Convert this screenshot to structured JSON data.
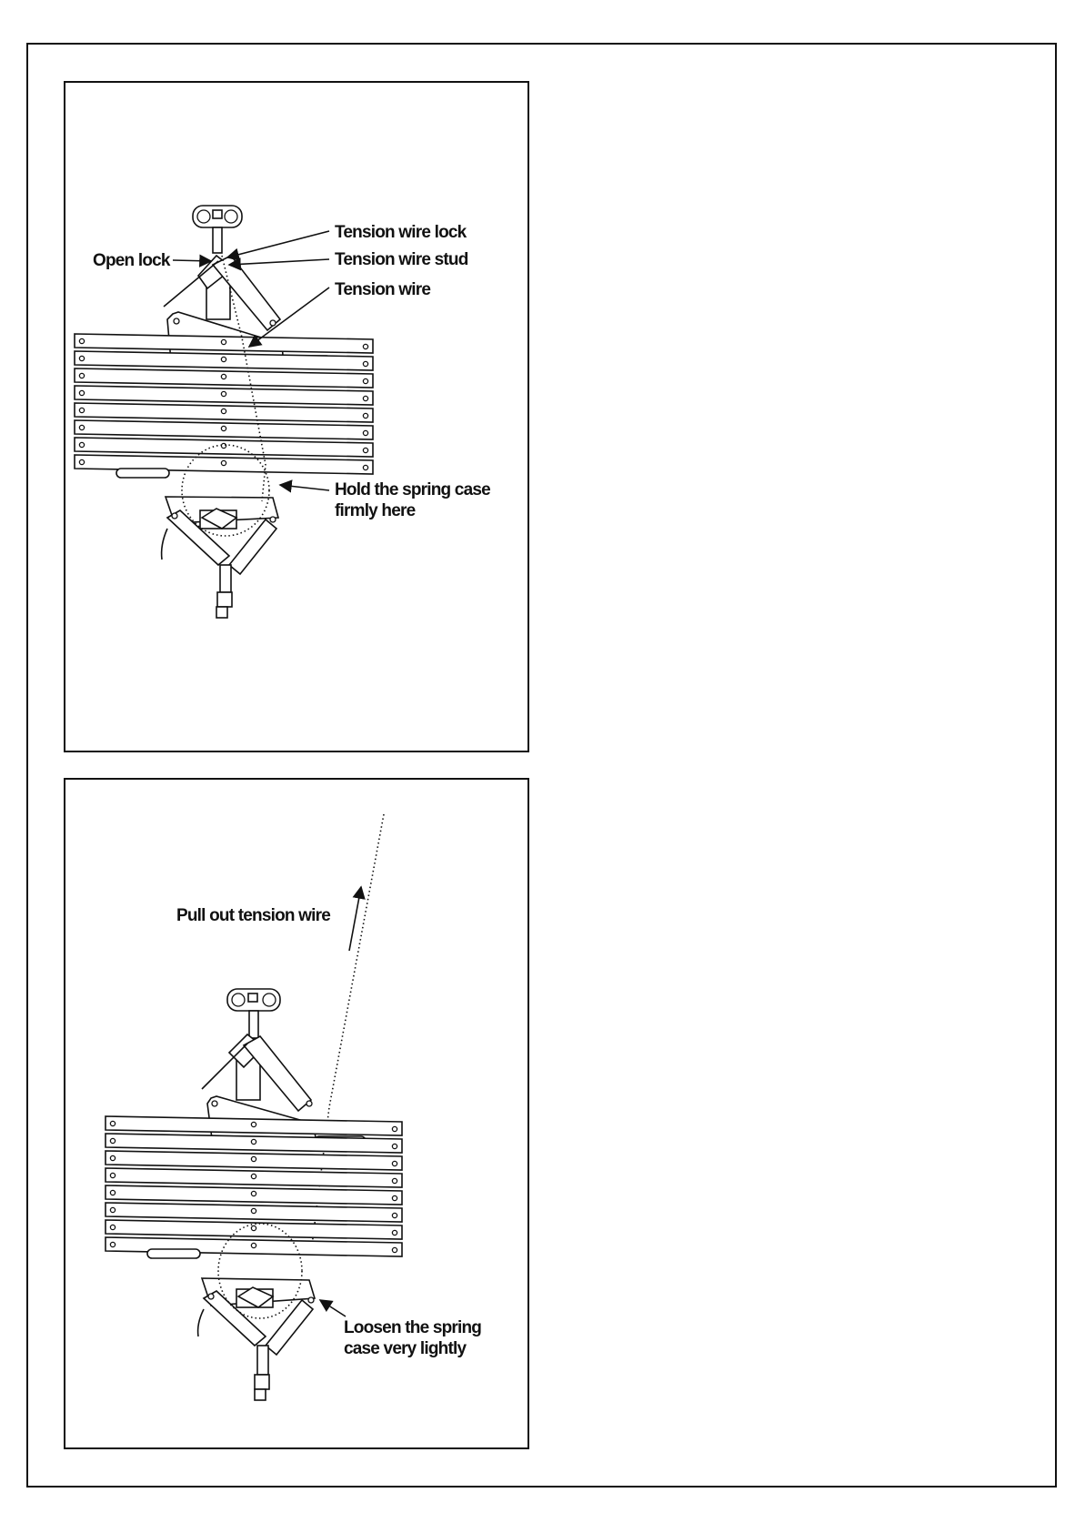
{
  "figure_1": {
    "labels": {
      "open_lock": "Open lock",
      "tension_wire_lock": "Tension wire lock",
      "tension_wire_stud": "Tension wire stud",
      "tension_wire": "Tension wire",
      "hold_line1": "Hold the spring case",
      "hold_line2": "firmly here"
    }
  },
  "figure_2": {
    "labels": {
      "pull_out": "Pull out tension wire",
      "loosen_line1": "Loosen the spring",
      "loosen_line2": "case very lightly"
    }
  }
}
